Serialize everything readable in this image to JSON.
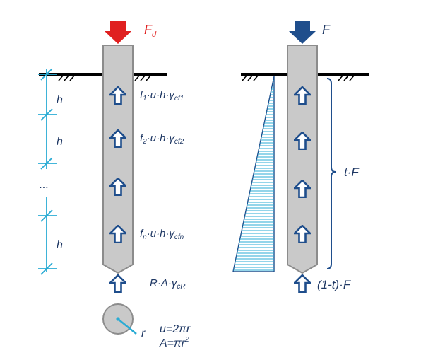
{
  "colors": {
    "pile_fill": "#c9c9c9",
    "pile_stroke": "#8c8c8c",
    "ground": "#000000",
    "dimension": "#29abd4",
    "arrow_outline": "#1f4e8c",
    "load_left": "#e02020",
    "load_right": "#1f4e8c",
    "text": "#1f3864"
  },
  "left_pile": {
    "load_label": "F",
    "load_label_sub": "d",
    "layers": [
      {
        "base": "f",
        "sub1": "1",
        "mid": "·u·h·γ",
        "sub2": "cf1"
      },
      {
        "base": "f",
        "sub1": "2",
        "mid": "·u·h·γ",
        "sub2": "cf2"
      },
      {
        "base": "f",
        "sub1": "n",
        "mid": "·u·h·γ",
        "sub2": "cfn"
      }
    ],
    "tip_label": "R·A·γ",
    "tip_label_sub": "cR",
    "dimension_labels": [
      "h",
      "h",
      "...",
      "h"
    ]
  },
  "cross_section": {
    "radius_label": "r",
    "formula_u": "u=2πr",
    "formula_a": "A=πr",
    "formula_a_sup": "2"
  },
  "right_pile": {
    "load_label": "F",
    "shaft_label": "t·F",
    "tip_label": "(1-t)·F"
  }
}
